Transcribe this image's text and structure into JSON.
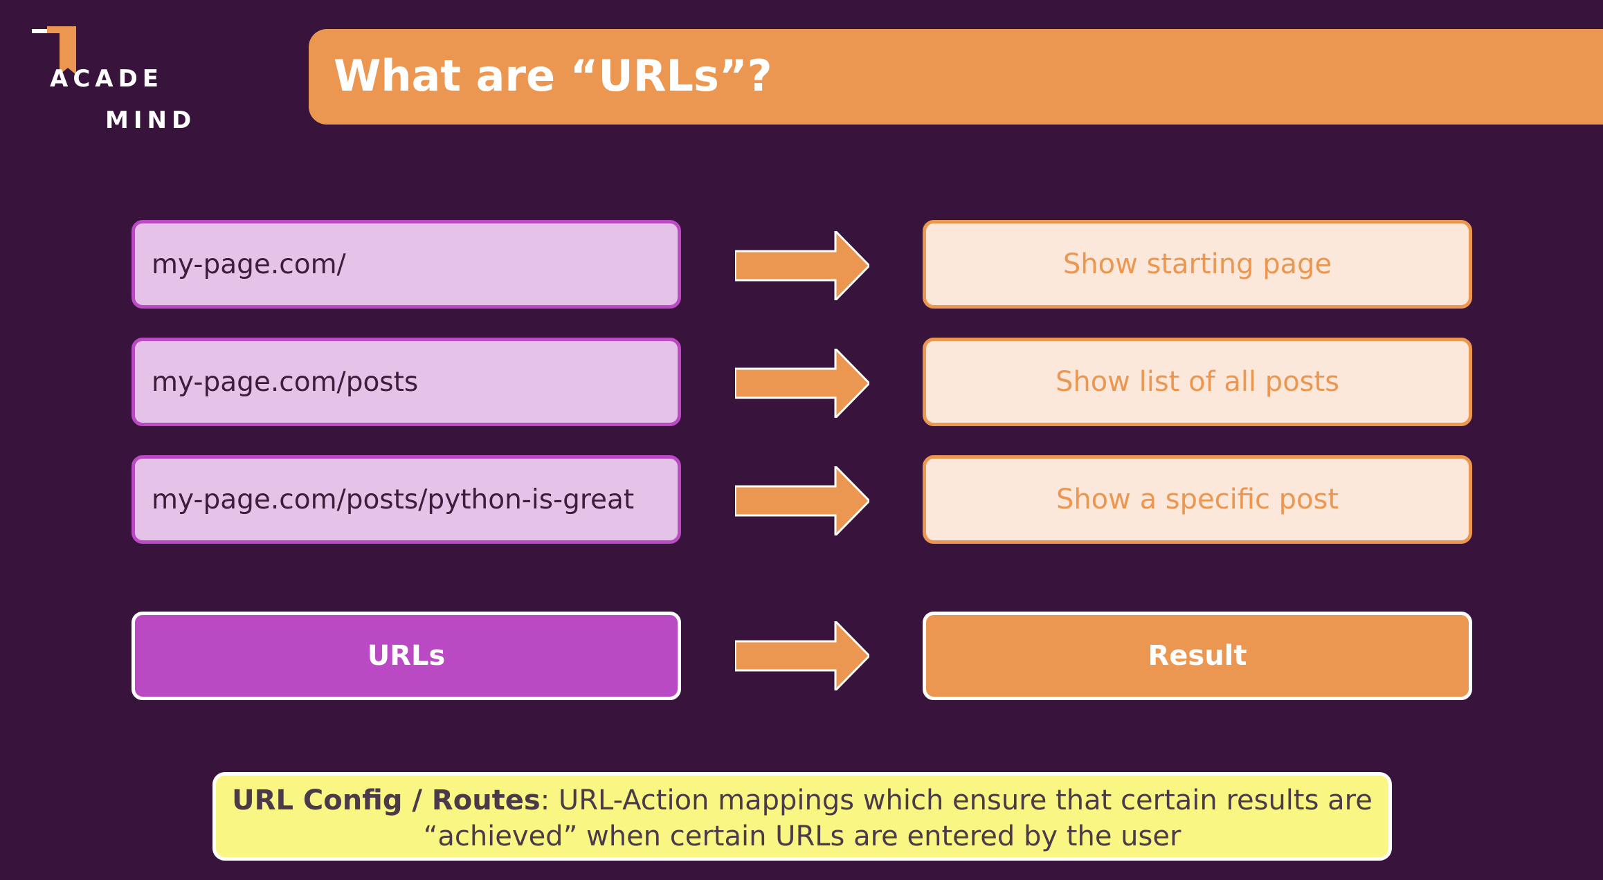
{
  "brand": {
    "logo_line1": "ACADE",
    "logo_line2": "MIND"
  },
  "slide": {
    "title": "What are “URLs”?"
  },
  "mappings": [
    {
      "url": "my-page.com/",
      "result": "Show starting page"
    },
    {
      "url": "my-page.com/posts",
      "result": "Show list of all posts"
    },
    {
      "url": "my-page.com/posts/python-is-great",
      "result": "Show a specific post"
    }
  ],
  "legend": {
    "left": "URLs",
    "right": "Result"
  },
  "note": {
    "term": "URL Config / Routes",
    "text": ": URL-Action mappings which ensure that certain results are “achieved” when certain URLs are entered by the user"
  },
  "colors": {
    "background": "#38133b",
    "accent_orange": "#eb9751",
    "accent_purple": "#ba4ac4",
    "url_box_fill": "#e5c2e8",
    "result_box_fill": "#fbe8da",
    "note_fill": "#f9f683"
  }
}
